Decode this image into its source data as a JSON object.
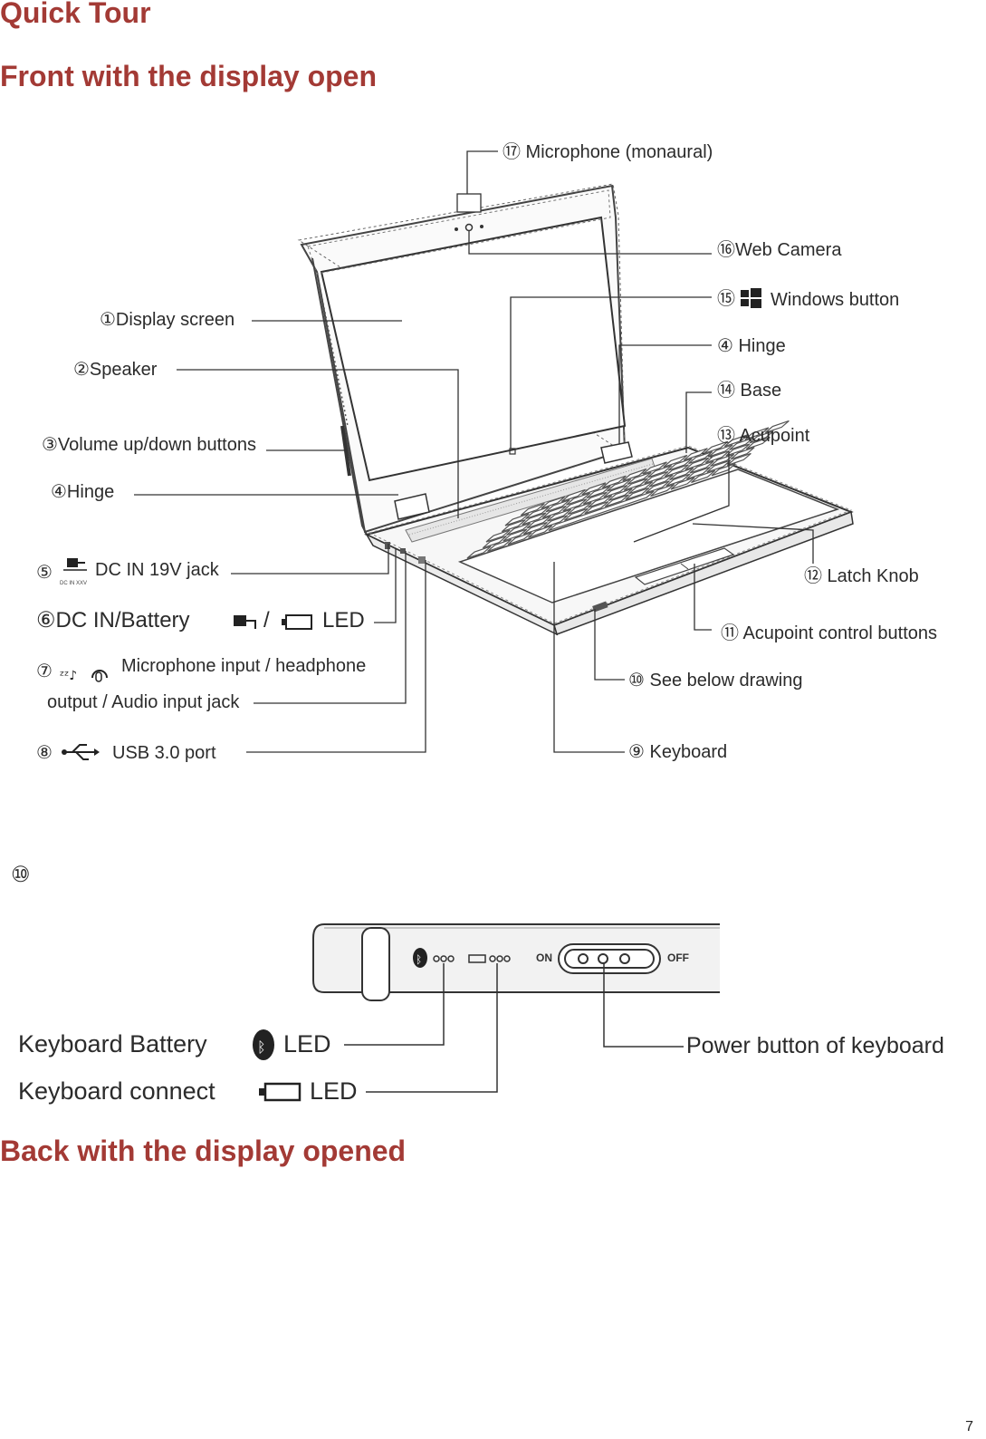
{
  "page": {
    "title": "Quick Tour",
    "section_front": "Front with the display open",
    "section_back": "Back with the display opened",
    "page_number": "7"
  },
  "front_labels": {
    "microphone": "⑰ Microphone (monaural)",
    "web_camera": "⑯Web Camera",
    "windows_button": "⑮",
    "windows_button_text": "Windows button",
    "hinge_right": "④ Hinge",
    "base": "⑭ Base",
    "acupoint": "⑬ Acupoint",
    "latch_knob": "⑫ Latch Knob",
    "acupoint_buttons": "⑪ Acupoint control buttons",
    "see_below": "⑩ See below drawing",
    "keyboard": "⑨ Keyboard",
    "display_screen": "①Display screen",
    "speaker": "②Speaker",
    "volume": "③Volume up/down buttons",
    "hinge_left": "④Hinge",
    "dc_in": "⑤",
    "dc_in_text": "DC IN 19V jack",
    "dc_in_small": "DC IN XXV",
    "dc_led": "⑥DC IN/Battery",
    "dc_led_slash": "/",
    "dc_led_suffix": "LED",
    "audio_num": "⑦",
    "audio_line1": "Microphone input / headphone",
    "audio_line2": "output / Audio input jack",
    "usb": "⑧",
    "usb_text": "USB 3.0 port"
  },
  "detail_labels": {
    "number": "⑩",
    "on": "ON",
    "off": "OFF",
    "kb_battery": "Keyboard Battery",
    "kb_battery_led": "LED",
    "kb_connect": "Keyboard connect",
    "kb_connect_led": "LED",
    "power_button": "Power button of keyboard"
  }
}
